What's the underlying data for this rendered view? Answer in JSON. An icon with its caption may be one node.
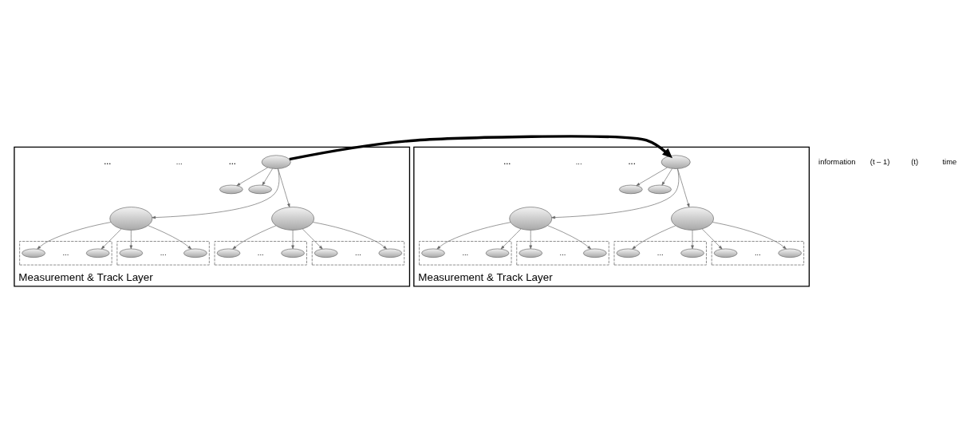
{
  "diagram": {
    "nodes": [
      {
        "text": [
          "Measurement & Track Layer"
        ]
      },
      {
        "text": [],
        "shape": "ellipse",
        "in": 0
      },
      {
        "text": [],
        "shape": "ellipse",
        "in": 0
      },
      {
        "text": [],
        "shape": "ellipse",
        "in": 0
      },
      {
        "text": [],
        "shape": "ellipse",
        "in": 0
      },
      {
        "text": [],
        "shape": "ellipse",
        "in": 0
      },
      {
        "text": [],
        "shape": "box",
        "in": 0
      },
      {
        "text": [],
        "shape": "ellipse",
        "in": 6
      },
      {
        "text": [],
        "shape": "ellipse",
        "in": 6
      },
      {
        "text": [],
        "shape": "box",
        "in": 0
      },
      {
        "text": [],
        "shape": "ellipse",
        "in": 9
      },
      {
        "text": [],
        "shape": "ellipse",
        "in": 9
      },
      {
        "text": [],
        "shape": "box",
        "in": 0
      },
      {
        "text": [],
        "shape": "ellipse",
        "in": 12
      },
      {
        "text": [],
        "shape": "ellipse",
        "in": 12
      },
      {
        "text": [],
        "shape": "box",
        "in": 0
      },
      {
        "text": [],
        "shape": "ellipse",
        "in": 15
      },
      {
        "text": [],
        "shape": "ellipse",
        "in": 15
      },
      {
        "text": [
          "Measurement & Track Layer"
        ]
      },
      {
        "text": [],
        "shape": "ellipse",
        "in": 18
      },
      {
        "text": [],
        "shape": "ellipse",
        "in": 18
      },
      {
        "text": [],
        "shape": "ellipse",
        "in": 18
      },
      {
        "text": [],
        "shape": "ellipse",
        "in": 18
      },
      {
        "text": [],
        "shape": "ellipse",
        "in": 18
      },
      {
        "text": [],
        "shape": "box",
        "in": 18
      },
      {
        "text": [],
        "shape": "ellipse",
        "in": 24
      },
      {
        "text": [],
        "shape": "ellipse",
        "in": 24
      },
      {
        "text": [],
        "shape": "box",
        "in": 18
      },
      {
        "text": [],
        "shape": "ellipse",
        "in": 27
      },
      {
        "text": [],
        "shape": "ellipse",
        "in": 27
      },
      {
        "text": [],
        "shape": "box",
        "in": 18
      },
      {
        "text": [],
        "shape": "ellipse",
        "in": 30
      },
      {
        "text": [],
        "shape": "ellipse",
        "in": 30
      },
      {
        "text": [],
        "shape": "box",
        "in": 18
      },
      {
        "text": [],
        "shape": "ellipse",
        "in": 33
      },
      {
        "text": [],
        "shape": "ellipse",
        "in": 33
      }
    ],
    "edges": [
      {
        "from": 1,
        "to": 19,
        "arrow": "to",
        "style": "thick",
        "color": "#000000"
      },
      {
        "from": 1,
        "to": 2,
        "arrow": "to"
      },
      {
        "from": 1,
        "to": 3,
        "arrow": "to"
      },
      {
        "from": 1,
        "to": 4,
        "arrow": "to"
      },
      {
        "from": 1,
        "to": 5,
        "arrow": "to"
      },
      {
        "from": 4,
        "to": 7,
        "arrow": "to"
      },
      {
        "from": 4,
        "to": 8,
        "arrow": "to"
      },
      {
        "from": 4,
        "to": 10,
        "arrow": "to"
      },
      {
        "from": 4,
        "to": 11,
        "arrow": "to"
      },
      {
        "from": 5,
        "to": 13,
        "arrow": "to"
      },
      {
        "from": 5,
        "to": 14,
        "arrow": "to"
      },
      {
        "from": 5,
        "to": 16,
        "arrow": "to"
      },
      {
        "from": 5,
        "to": 17,
        "arrow": "to"
      },
      {
        "from": 19,
        "to": 20,
        "arrow": "to"
      },
      {
        "from": 19,
        "to": 21,
        "arrow": "to"
      },
      {
        "from": 19,
        "to": 22,
        "arrow": "to"
      },
      {
        "from": 19,
        "to": 23,
        "arrow": "to"
      },
      {
        "from": 22,
        "to": 25,
        "arrow": "to"
      },
      {
        "from": 22,
        "to": 26,
        "arrow": "to"
      },
      {
        "from": 22,
        "to": 28,
        "arrow": "to"
      },
      {
        "from": 22,
        "to": 29,
        "arrow": "to"
      },
      {
        "from": 23,
        "to": 31,
        "arrow": "to"
      },
      {
        "from": 23,
        "to": 32,
        "arrow": "to"
      },
      {
        "from": 23,
        "to": 34,
        "arrow": "to"
      },
      {
        "from": 23,
        "to": 35,
        "arrow": "to"
      }
    ],
    "labels": [
      "information",
      "...",
      "...",
      "...",
      "...",
      "...",
      "...",
      "...",
      "...",
      "...",
      "...",
      "...",
      "...",
      "...",
      "...",
      "(t – 1)",
      "(t)",
      "time"
    ]
  }
}
